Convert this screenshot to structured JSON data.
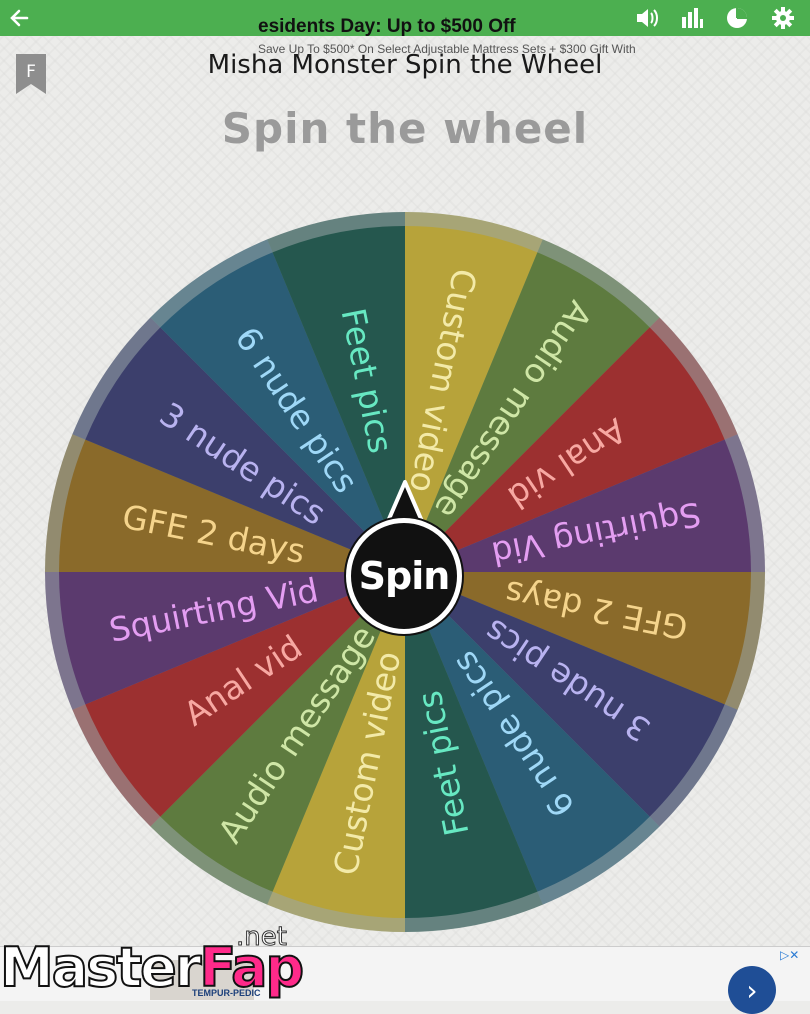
{
  "topbar": {
    "color": "#4caf50",
    "icons": [
      "back-arrow-icon",
      "volume-icon",
      "bar-chart-icon",
      "pie-chart-icon",
      "gear-icon"
    ]
  },
  "page": {
    "bookmark_letter": "F",
    "title": "Misha Monster Spin the Wheel",
    "subtitle": "Spin the wheel"
  },
  "wheel": {
    "spin_label": "Spin",
    "segments": [
      {
        "label": "Custom video",
        "color": "#b7a33a",
        "text_color": "#f3eaa8"
      },
      {
        "label": "Audio message",
        "color": "#5e7b3f",
        "text_color": "#cfe6a6"
      },
      {
        "label": "Anal vid",
        "color": "#9c3030",
        "text_color": "#f7a8a2"
      },
      {
        "label": "Squirting Vid",
        "color": "#5b3a6e",
        "text_color": "#e49ef2"
      },
      {
        "label": "GFE 2 days",
        "color": "#8a6a2a",
        "text_color": "#f5d48c"
      },
      {
        "label": "3 nude pics",
        "color": "#3c3f6c",
        "text_color": "#b9b3f0"
      },
      {
        "label": "6 nude pics",
        "color": "#2b5d76",
        "text_color": "#9fd8f7"
      },
      {
        "label": "Feet pics",
        "color": "#25574e",
        "text_color": "#67e8c2"
      },
      {
        "label": "Custom video",
        "color": "#b7a33a",
        "text_color": "#f3eaa8"
      },
      {
        "label": "Audio message",
        "color": "#5e7b3f",
        "text_color": "#cfe6a6"
      },
      {
        "label": "Anal vid",
        "color": "#9c3030",
        "text_color": "#f7a8a2"
      },
      {
        "label": "Squirting Vid",
        "color": "#5b3a6e",
        "text_color": "#e49ef2"
      },
      {
        "label": "GFE 2 days",
        "color": "#8a6a2a",
        "text_color": "#f5d48c"
      },
      {
        "label": "3 nude pics",
        "color": "#3c3f6c",
        "text_color": "#b9b3f0"
      },
      {
        "label": "6 nude pics",
        "color": "#2b5d76",
        "text_color": "#9fd8f7"
      },
      {
        "label": "Feet pics",
        "color": "#25574e",
        "text_color": "#67e8c2"
      }
    ]
  },
  "ad": {
    "title": "esidents Day: Up to $500 Off",
    "subtitle": "Save Up To $500* On Select Adjustable Mattress Sets + $300 Gift With",
    "brand": "TEMPUR-PEDIC"
  },
  "watermark": {
    "part1": "Master",
    "part2": "Fap",
    "suffix": ".net"
  }
}
